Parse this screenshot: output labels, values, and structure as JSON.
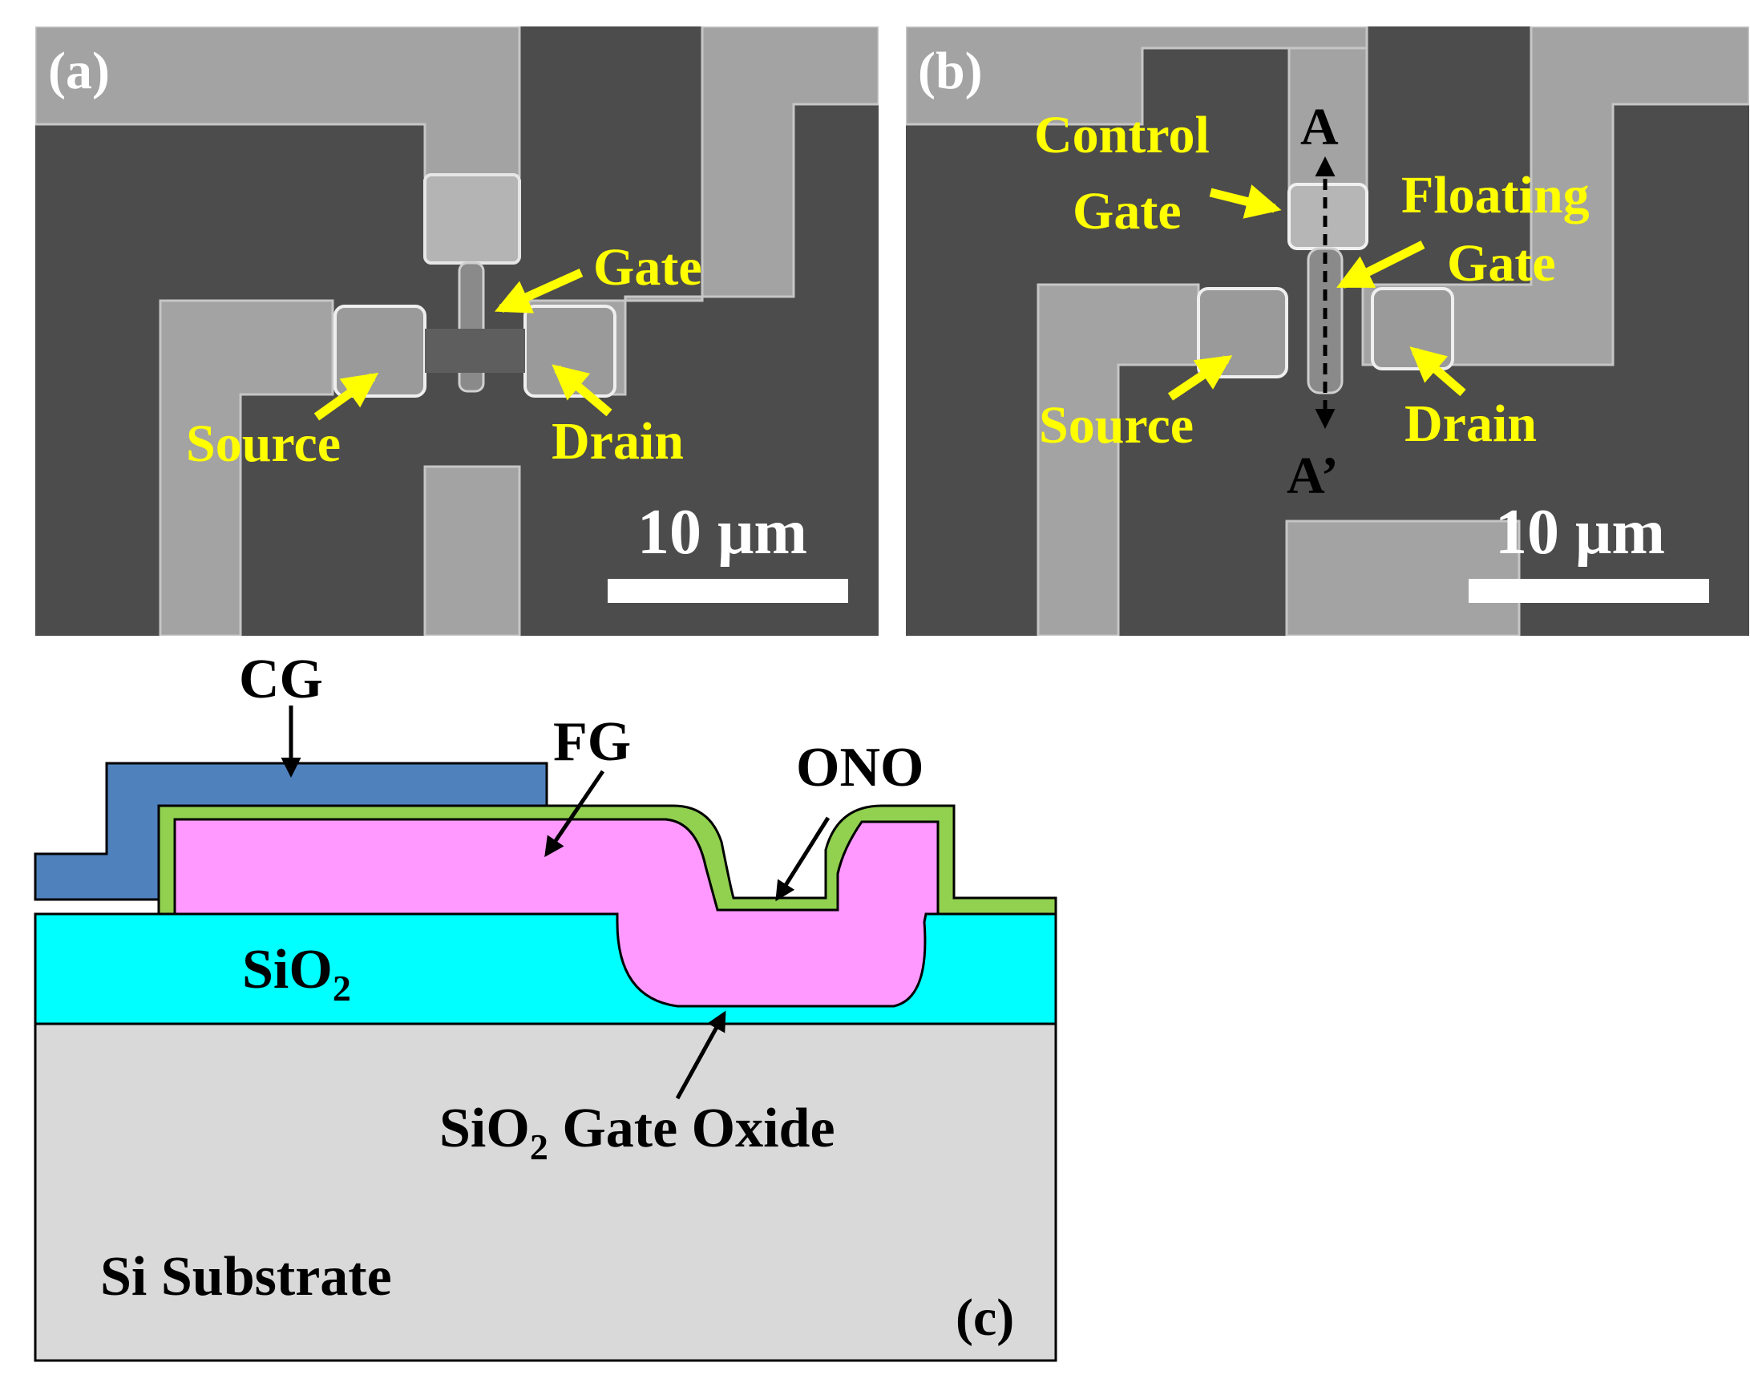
{
  "panel_a": {
    "tag": "(a)",
    "gate": "Gate",
    "source": "Source",
    "drain": "Drain",
    "scale": "10 μm"
  },
  "panel_b": {
    "tag": "(b)",
    "control_gate_line1": "Control",
    "control_gate_line2": "Gate",
    "floating_gate_line1": "Floating",
    "floating_gate_line2": "Gate",
    "source": "Source",
    "drain": "Drain",
    "cut_top": "A",
    "cut_bottom": "A’",
    "scale": "10 μm"
  },
  "panel_c": {
    "tag": "(c)",
    "cg": "CG",
    "fg": "FG",
    "ono": "ONO",
    "sio2": "SiO",
    "sio2_sub": "2",
    "gate_oxide_prefix": "SiO",
    "gate_oxide_sub": "2",
    "gate_oxide_suffix": " Gate Oxide",
    "substrate": "Si Substrate"
  },
  "colors": {
    "sem_background": "#4a4a4a",
    "sem_metal": "#a2a2a2",
    "label_yellow": "#ffff00",
    "control_gate": "#4f81bd",
    "ono": "#92d050",
    "floating_gate": "#ff99ff",
    "sio2": "#00ffff",
    "substrate": "#d9d9d9"
  }
}
